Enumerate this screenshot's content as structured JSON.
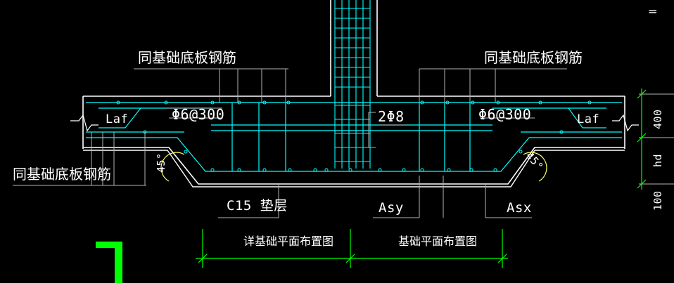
{
  "labels": {
    "top_left_note": "同基础底板钢筋",
    "top_right_note": "同基础底板钢筋",
    "left_note": "同基础底板钢筋",
    "stirrup_left": "Φ6@300",
    "stirrup_right": "Φ6@300",
    "bars": "2Φ8",
    "laf_left": "Laf",
    "laf_right": "Laf",
    "angle_left": "45°",
    "angle_right": "45°",
    "cushion": "C15 垫层",
    "asy": "Asy",
    "asx": "Asx",
    "dim_400": "400",
    "dim_hd": "hd",
    "dim_100": "100",
    "plan_left": "详基础平面布置图",
    "plan_right": "基础平面布置图",
    "corner_text": "Ⅱ"
  },
  "colors": {
    "background": "#000000",
    "slab": "#FFFFFF",
    "rebar": "#00FFFF",
    "leader": "#B4B4B4",
    "dimension": "#00FF00",
    "outline": "#FFFF66"
  }
}
